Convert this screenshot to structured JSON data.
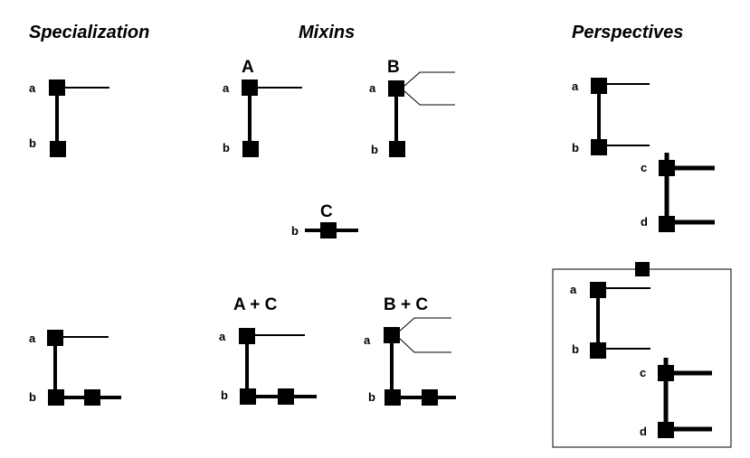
{
  "headers": {
    "specialization": "Specialization",
    "mixins": "Mixins",
    "perspectives": "Perspectives"
  },
  "diagram_labels": {
    "mixin_a": "A",
    "mixin_b": "B",
    "mixin_c": "C",
    "combo_ac": "A + C",
    "combo_bc": "B + C"
  },
  "node_labels": {
    "a": "a",
    "b": "b",
    "c": "c",
    "d": "d"
  },
  "colors": {
    "ink": "#000000",
    "background": "#ffffff"
  }
}
